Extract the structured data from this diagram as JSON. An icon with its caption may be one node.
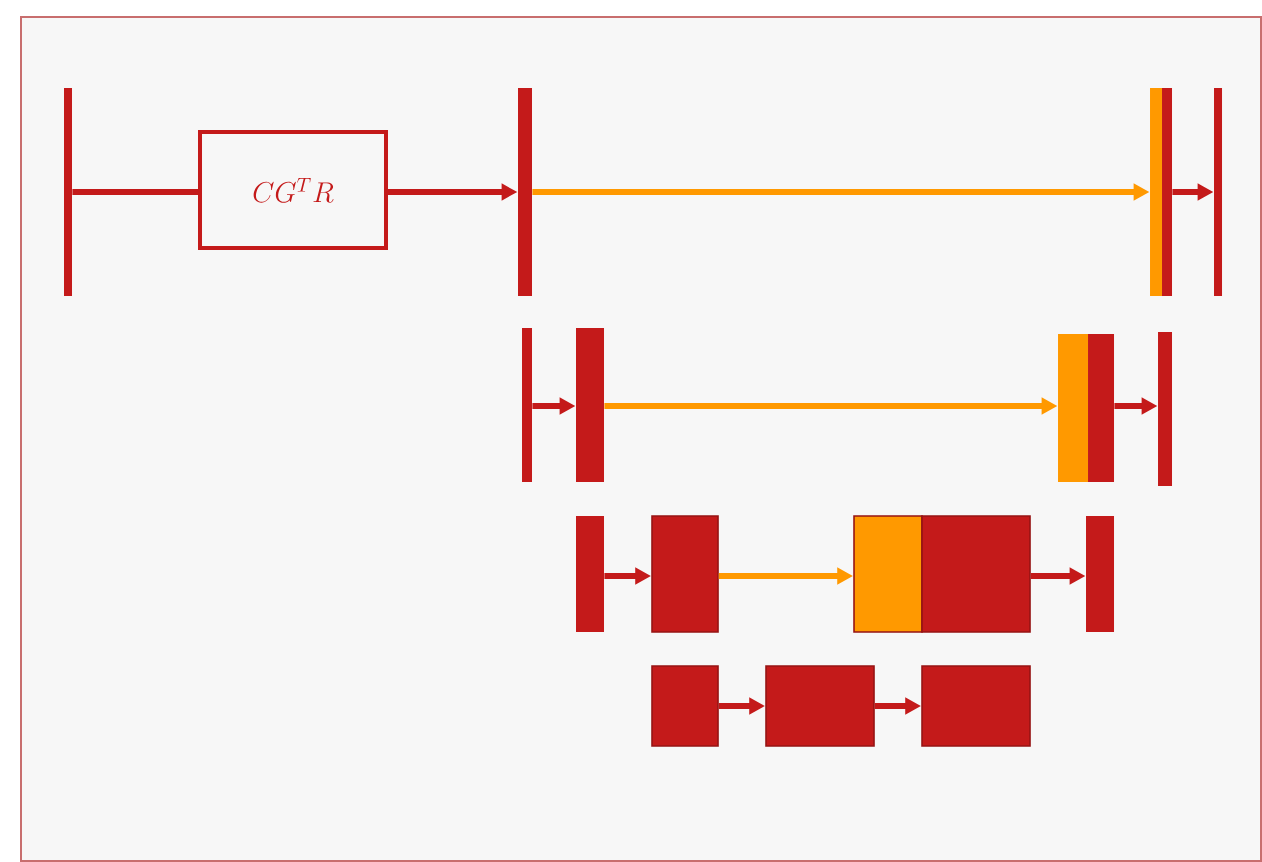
{
  "diagram": {
    "nodes": [
      {
        "text": [],
        "shape": "bar"
      },
      {
        "text": [
          "CG^{T}R"
        ]
      },
      {
        "text": [],
        "shape": "bar"
      },
      {
        "text": [],
        "shape": "bar"
      },
      {
        "text": [],
        "shape": "bar"
      },
      {
        "text": [],
        "shape": "bar"
      },
      {
        "text": [],
        "shape": "bar"
      },
      {
        "text": [],
        "shape": "bar"
      },
      {
        "text": [],
        "shape": "bar"
      },
      {
        "text": [],
        "shape": "bar"
      },
      {
        "text": [],
        "shape": "bar"
      },
      {
        "text": [],
        "shape": "bar"
      },
      {
        "text": [],
        "shape": "box"
      },
      {
        "text": [],
        "shape": "box"
      },
      {
        "text": [],
        "shape": "box"
      },
      {
        "text": [],
        "shape": "bar"
      },
      {
        "text": [],
        "shape": "box"
      },
      {
        "text": [],
        "shape": "box"
      },
      {
        "text": [],
        "shape": "box"
      }
    ],
    "edges": [
      {
        "from": 0,
        "to": 1,
        "arrow": "none"
      },
      {
        "from": 1,
        "to": 2,
        "arrow": "to"
      },
      {
        "from": 2,
        "to": 3,
        "arrow": "to",
        "color": "#ff9900"
      },
      {
        "from": 4,
        "to": 5,
        "arrow": "to"
      },
      {
        "from": 6,
        "to": 7,
        "arrow": "to"
      },
      {
        "from": 7,
        "to": 8,
        "arrow": "to",
        "color": "#ff9900"
      },
      {
        "from": 9,
        "to": 10,
        "arrow": "to"
      },
      {
        "from": 11,
        "to": 12,
        "arrow": "to"
      },
      {
        "from": 12,
        "to": 13,
        "arrow": "to",
        "color": "#ff9900"
      },
      {
        "from": 14,
        "to": 15,
        "arrow": "to"
      },
      {
        "from": 16,
        "to": 17,
        "arrow": "to"
      },
      {
        "from": 17,
        "to": 18,
        "arrow": "to"
      }
    ]
  }
}
